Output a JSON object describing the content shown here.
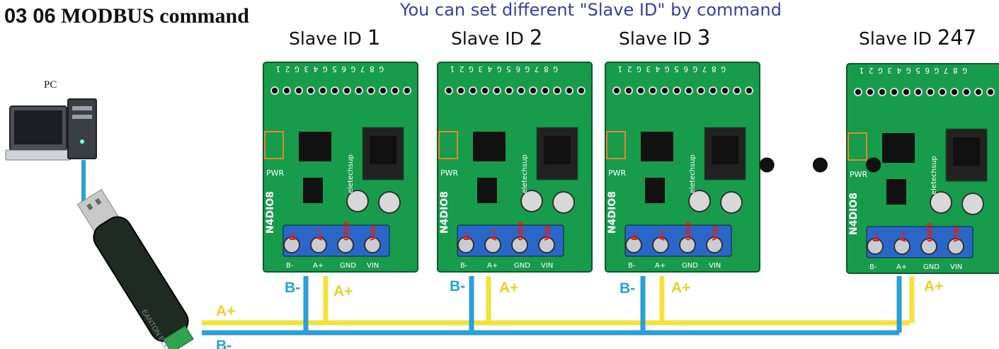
{
  "title": {
    "prefix": "03 06",
    "text": "MODBUS command"
  },
  "subtitle": "You can set different \"Slave ID\" by command",
  "pc_label": "PC",
  "slaves": [
    {
      "label": "Slave ID",
      "id": "1"
    },
    {
      "label": "Slave ID",
      "id": "2"
    },
    {
      "label": "Slave ID",
      "id": "3"
    },
    {
      "label": "Slave ID",
      "id": "247"
    }
  ],
  "board": {
    "model": "N4DIO8",
    "brand": "eletechsup",
    "pwr": "PWR",
    "top_pins": "G 8 7 G 6 5 G 4 3 G 2 1",
    "terminals": [
      "B-",
      "A+",
      "GND",
      "VIN"
    ],
    "bottom_pins": [
      "B-",
      "A+",
      "GND",
      "VIN"
    ]
  },
  "bus": {
    "b_label": "B-",
    "a_label": "A+",
    "usb_a_label": "A+",
    "usb_b_label": "B-"
  },
  "usb_stick_text": "EANTON ELECTR",
  "ellipsis": "• • •",
  "colors": {
    "wire_b": "#2aa0d6",
    "wire_a": "#f2e33a",
    "board": "#179c4c",
    "terminal": "#2a67c9",
    "subtitle": "#3a3f9e"
  }
}
